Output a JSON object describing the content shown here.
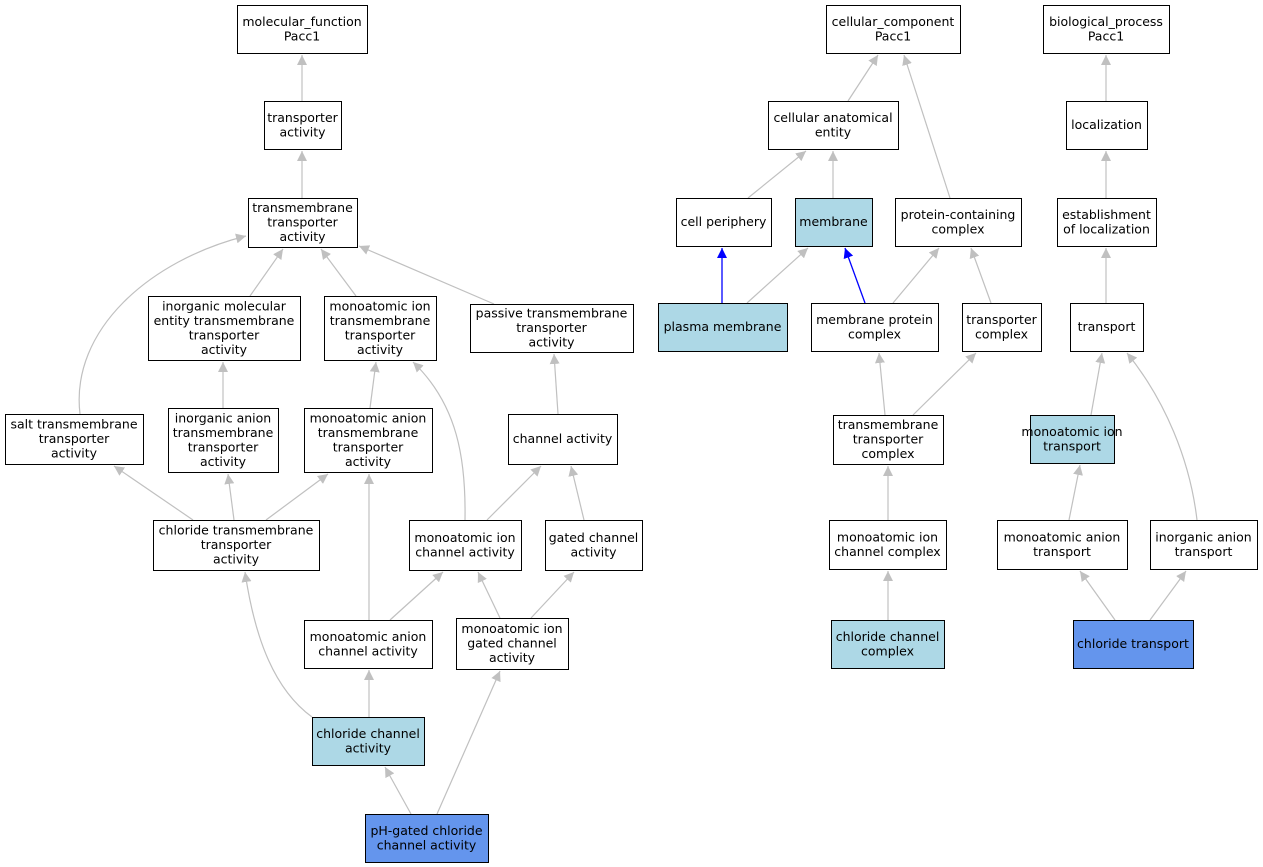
{
  "colors": {
    "plain": "#ffffff",
    "annotated": "#add8e6",
    "direct": "#6495ed",
    "edge": "#c0c0c0",
    "highlight_edge": "#0000ff"
  },
  "nodes": [
    {
      "id": "mf_root",
      "lines": [
        "molecular_function",
        "Pacc1"
      ],
      "style": "plain"
    },
    {
      "id": "transporter_activity",
      "lines": [
        "transporter",
        "activity"
      ],
      "style": "plain"
    },
    {
      "id": "tm_transporter",
      "lines": [
        "transmembrane",
        "transporter",
        "activity"
      ],
      "style": "plain"
    },
    {
      "id": "inorg_mol_tm",
      "lines": [
        "inorganic molecular",
        "entity transmembrane",
        "transporter",
        "activity"
      ],
      "style": "plain"
    },
    {
      "id": "monoion_tm",
      "lines": [
        "monoatomic ion",
        "transmembrane",
        "transporter",
        "activity"
      ],
      "style": "plain"
    },
    {
      "id": "passive_tm",
      "lines": [
        "passive transmembrane",
        "transporter",
        "activity"
      ],
      "style": "plain"
    },
    {
      "id": "salt_tm",
      "lines": [
        "salt transmembrane",
        "transporter",
        "activity"
      ],
      "style": "plain"
    },
    {
      "id": "inorg_anion_tm",
      "lines": [
        "inorganic anion",
        "transmembrane",
        "transporter",
        "activity"
      ],
      "style": "plain"
    },
    {
      "id": "monoanion_tm",
      "lines": [
        "monoatomic anion",
        "transmembrane",
        "transporter",
        "activity"
      ],
      "style": "plain"
    },
    {
      "id": "channel_activity",
      "lines": [
        "channel activity"
      ],
      "style": "plain"
    },
    {
      "id": "chloride_tm",
      "lines": [
        "chloride transmembrane",
        "transporter",
        "activity"
      ],
      "style": "plain"
    },
    {
      "id": "monoion_channel",
      "lines": [
        "monoatomic ion",
        "channel activity"
      ],
      "style": "plain"
    },
    {
      "id": "gated_channel",
      "lines": [
        "gated channel",
        "activity"
      ],
      "style": "plain"
    },
    {
      "id": "monoanion_channel",
      "lines": [
        "monoatomic anion",
        "channel activity"
      ],
      "style": "plain"
    },
    {
      "id": "monoion_gated",
      "lines": [
        "monoatomic ion",
        "gated channel",
        "activity"
      ],
      "style": "plain"
    },
    {
      "id": "chloride_channel",
      "lines": [
        "chloride channel",
        "activity"
      ],
      "style": "annotated"
    },
    {
      "id": "ph_gated",
      "lines": [
        "pH-gated chloride",
        "channel activity"
      ],
      "style": "direct"
    },
    {
      "id": "cc_root",
      "lines": [
        "cellular_component",
        "Pacc1"
      ],
      "style": "plain"
    },
    {
      "id": "cell_anat",
      "lines": [
        "cellular anatomical",
        "entity"
      ],
      "style": "plain"
    },
    {
      "id": "cell_periphery",
      "lines": [
        "cell periphery"
      ],
      "style": "plain"
    },
    {
      "id": "membrane",
      "lines": [
        "membrane"
      ],
      "style": "annotated"
    },
    {
      "id": "protein_complex",
      "lines": [
        "protein-containing",
        "complex"
      ],
      "style": "plain"
    },
    {
      "id": "plasma_membrane",
      "lines": [
        "plasma membrane"
      ],
      "style": "annotated"
    },
    {
      "id": "membrane_protein_complex",
      "lines": [
        "membrane protein",
        "complex"
      ],
      "style": "plain"
    },
    {
      "id": "transporter_complex",
      "lines": [
        "transporter",
        "complex"
      ],
      "style": "plain"
    },
    {
      "id": "tm_transporter_complex",
      "lines": [
        "transmembrane",
        "transporter",
        "complex"
      ],
      "style": "plain"
    },
    {
      "id": "monoion_channel_complex",
      "lines": [
        "monoatomic ion",
        "channel complex"
      ],
      "style": "plain"
    },
    {
      "id": "chloride_channel_complex",
      "lines": [
        "chloride channel",
        "complex"
      ],
      "style": "annotated"
    },
    {
      "id": "bp_root",
      "lines": [
        "biological_process",
        "Pacc1"
      ],
      "style": "plain"
    },
    {
      "id": "localization",
      "lines": [
        "localization"
      ],
      "style": "plain"
    },
    {
      "id": "establishment_loc",
      "lines": [
        "establishment",
        "of localization"
      ],
      "style": "plain"
    },
    {
      "id": "transport",
      "lines": [
        "transport"
      ],
      "style": "plain"
    },
    {
      "id": "monoion_transport",
      "lines": [
        "monoatomic ion",
        "transport"
      ],
      "style": "annotated"
    },
    {
      "id": "monoanion_transport",
      "lines": [
        "monoatomic anion",
        "transport"
      ],
      "style": "plain"
    },
    {
      "id": "inorg_anion_transport",
      "lines": [
        "inorganic anion",
        "transport"
      ],
      "style": "plain"
    },
    {
      "id": "chloride_transport",
      "lines": [
        "chloride transport"
      ],
      "style": "direct"
    }
  ],
  "edges": [
    {
      "from": "transporter_activity",
      "to": "mf_root"
    },
    {
      "from": "tm_transporter",
      "to": "transporter_activity"
    },
    {
      "from": "inorg_mol_tm",
      "to": "tm_transporter"
    },
    {
      "from": "monoion_tm",
      "to": "tm_transporter"
    },
    {
      "from": "passive_tm",
      "to": "tm_transporter"
    },
    {
      "from": "salt_tm",
      "to": "tm_transporter"
    },
    {
      "from": "inorg_anion_tm",
      "to": "inorg_mol_tm"
    },
    {
      "from": "monoanion_tm",
      "to": "monoion_tm"
    },
    {
      "from": "channel_activity",
      "to": "passive_tm"
    },
    {
      "from": "chloride_tm",
      "to": "salt_tm"
    },
    {
      "from": "chloride_tm",
      "to": "inorg_anion_tm"
    },
    {
      "from": "chloride_tm",
      "to": "monoanion_tm"
    },
    {
      "from": "monoion_channel",
      "to": "monoion_tm"
    },
    {
      "from": "monoion_channel",
      "to": "channel_activity"
    },
    {
      "from": "gated_channel",
      "to": "channel_activity"
    },
    {
      "from": "monoanion_channel",
      "to": "monoanion_tm"
    },
    {
      "from": "monoanion_channel",
      "to": "monoion_channel"
    },
    {
      "from": "monoion_gated",
      "to": "monoion_channel"
    },
    {
      "from": "monoion_gated",
      "to": "gated_channel"
    },
    {
      "from": "chloride_channel",
      "to": "chloride_tm"
    },
    {
      "from": "chloride_channel",
      "to": "monoanion_channel"
    },
    {
      "from": "ph_gated",
      "to": "chloride_channel"
    },
    {
      "from": "ph_gated",
      "to": "monoion_gated"
    },
    {
      "from": "cell_anat",
      "to": "cc_root"
    },
    {
      "from": "protein_complex",
      "to": "cc_root"
    },
    {
      "from": "cell_periphery",
      "to": "cell_anat"
    },
    {
      "from": "membrane",
      "to": "cell_anat"
    },
    {
      "from": "plasma_membrane",
      "to": "cell_periphery",
      "highlight": true
    },
    {
      "from": "plasma_membrane",
      "to": "membrane"
    },
    {
      "from": "membrane_protein_complex",
      "to": "membrane",
      "highlight": true
    },
    {
      "from": "membrane_protein_complex",
      "to": "protein_complex"
    },
    {
      "from": "transporter_complex",
      "to": "protein_complex"
    },
    {
      "from": "tm_transporter_complex",
      "to": "membrane_protein_complex"
    },
    {
      "from": "tm_transporter_complex",
      "to": "transporter_complex"
    },
    {
      "from": "monoion_channel_complex",
      "to": "tm_transporter_complex"
    },
    {
      "from": "chloride_channel_complex",
      "to": "monoion_channel_complex"
    },
    {
      "from": "localization",
      "to": "bp_root"
    },
    {
      "from": "establishment_loc",
      "to": "localization"
    },
    {
      "from": "transport",
      "to": "establishment_loc"
    },
    {
      "from": "monoion_transport",
      "to": "transport"
    },
    {
      "from": "inorg_anion_transport",
      "to": "transport"
    },
    {
      "from": "monoanion_transport",
      "to": "monoion_transport"
    },
    {
      "from": "chloride_transport",
      "to": "monoanion_transport"
    },
    {
      "from": "chloride_transport",
      "to": "inorg_anion_transport"
    }
  ]
}
